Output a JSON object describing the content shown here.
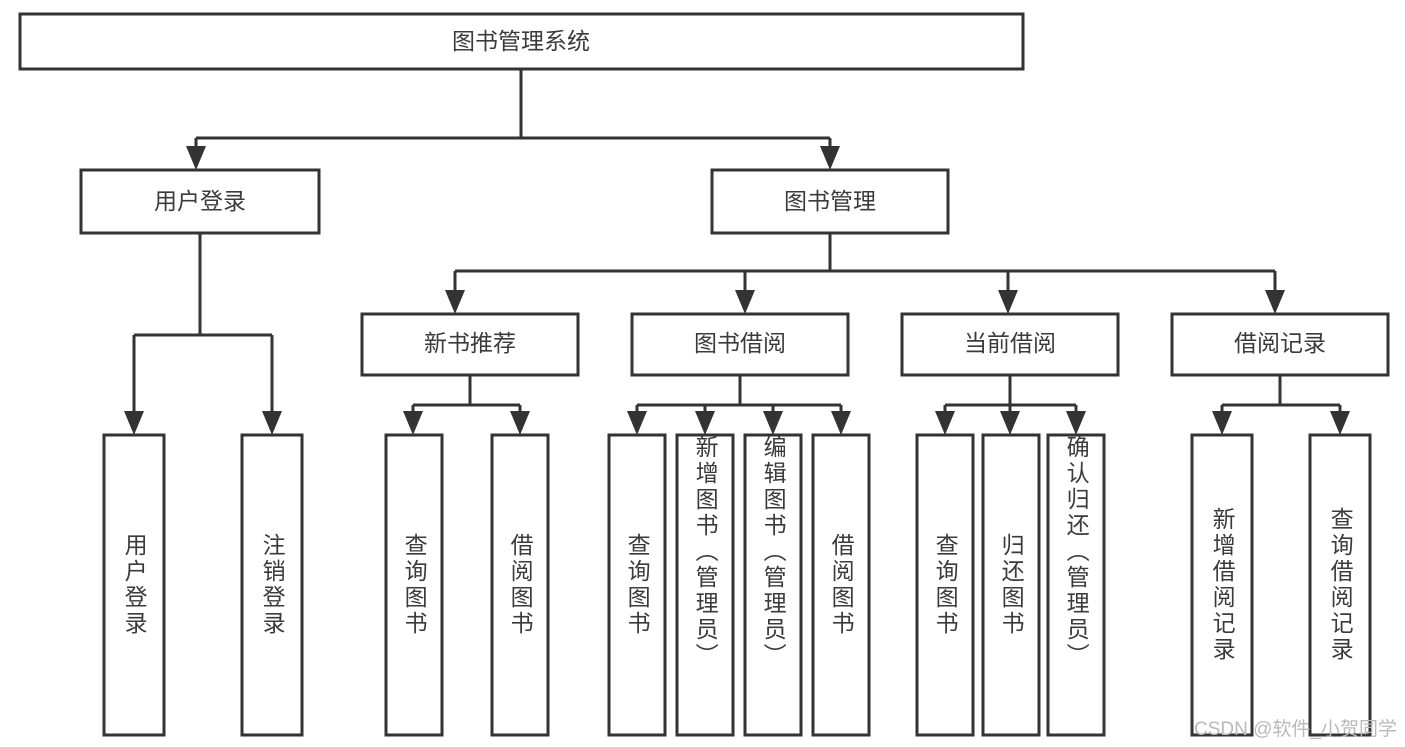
{
  "diagram": {
    "type": "tree-hierarchy",
    "title": "图书管理系统",
    "root": {
      "label": "图书管理系统",
      "children": [
        {
          "label": "用户登录",
          "children": [
            {
              "label": "用户登录"
            },
            {
              "label": "注销登录"
            }
          ]
        },
        {
          "label": "图书管理",
          "children": [
            {
              "label": "新书推荐",
              "children": [
                {
                  "label": "查询图书"
                },
                {
                  "label": "借阅图书"
                }
              ]
            },
            {
              "label": "图书借阅",
              "children": [
                {
                  "label": "查询图书"
                },
                {
                  "label": "新增图书（管理员）"
                },
                {
                  "label": "编辑图书（管理员）"
                },
                {
                  "label": "借阅图书"
                }
              ]
            },
            {
              "label": "当前借阅",
              "children": [
                {
                  "label": "查询图书"
                },
                {
                  "label": "归还图书"
                },
                {
                  "label": "确认归还（管理员）"
                }
              ]
            },
            {
              "label": "借阅记录",
              "children": [
                {
                  "label": "新增借阅记录"
                },
                {
                  "label": "查询借阅记录"
                }
              ]
            }
          ]
        }
      ]
    },
    "nodes": {
      "root_title": "图书管理系统",
      "l1_user_login": "用户登录",
      "l1_book_mgmt": "图书管理",
      "l2_new_book_rec": "新书推荐",
      "l2_book_borrow": "图书借阅",
      "l2_current_borrow": "当前借阅",
      "l2_borrow_record": "借阅记录",
      "leaf_user_login": "用户登录",
      "leaf_logout": "注销登录",
      "leaf_query_book_1": "查询图书",
      "leaf_borrow_book_1": "借阅图书",
      "leaf_query_book_2": "查询图书",
      "leaf_add_book_admin": "新增图书（管理员）",
      "leaf_edit_book_admin": "编辑图书（管理员）",
      "leaf_borrow_book_2": "借阅图书",
      "leaf_query_book_3": "查询图书",
      "leaf_return_book": "归还图书",
      "leaf_confirm_return_admin": "确认归还（管理员）",
      "leaf_add_borrow_record": "新增借阅记录",
      "leaf_query_borrow_record": "查询借阅记录"
    },
    "colors": {
      "box_stroke": "#333333",
      "box_fill": "#ffffff",
      "text": "#3b3b3b",
      "connector": "#333333",
      "watermark": "#b9b9b9",
      "background": "#ffffff"
    }
  },
  "watermark": {
    "text": "CSDN @软件_小贺同学"
  }
}
